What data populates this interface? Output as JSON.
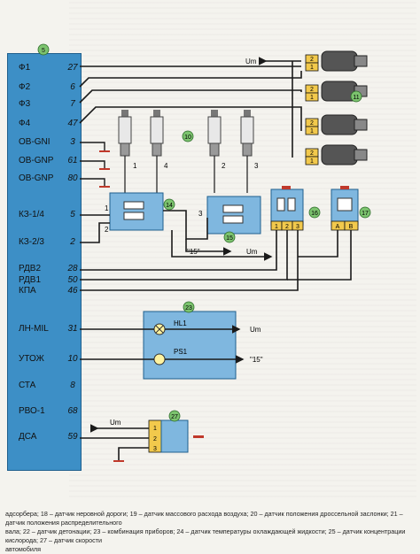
{
  "ecu": {
    "number": "5",
    "pins": [
      {
        "label": "Ф1",
        "num": "27"
      },
      {
        "label": "Ф2",
        "num": "6"
      },
      {
        "label": "Ф3",
        "num": "7"
      },
      {
        "label": "Ф4",
        "num": "47"
      },
      {
        "label": "OB-GNI",
        "num": "3"
      },
      {
        "label": "OB-GNP",
        "num": "61"
      },
      {
        "label": "OB-GNP",
        "num": "80"
      },
      {
        "label": "КЗ-1/4",
        "num": "5"
      },
      {
        "label": "КЗ-2/3",
        "num": "2"
      },
      {
        "label": "РДВ2",
        "num": "28"
      },
      {
        "label": "РДВ1",
        "num": "50"
      },
      {
        "label": "КПА",
        "num": "46"
      },
      {
        "label": "ЛН-MIL",
        "num": "31"
      },
      {
        "label": "УТОЖ",
        "num": "10"
      },
      {
        "label": "СТА",
        "num": "8"
      },
      {
        "label": "РВО-1",
        "num": "68"
      },
      {
        "label": "ДСА",
        "num": "59"
      }
    ]
  },
  "components": {
    "injectors_number": "11",
    "spark_plugs_number": "10",
    "coil_a_number": "14",
    "coil_b_number": "15",
    "throttle_sensor_number": "16",
    "speed_sensor_number": "17",
    "cluster_number": "23",
    "cluster_lamp_hl1": "HL1",
    "cluster_lamp_ps1": "PS1",
    "speed_sensor2_number": "27"
  },
  "labels": {
    "um": "Um",
    "fifteen": "\"15\"",
    "plug_1": "1",
    "plug_4": "4",
    "plug_2": "2",
    "plug_3": "3",
    "coil_pin_1": "1",
    "coil_pin_2": "2",
    "coil_pin_3": "3",
    "conn_1": "1",
    "conn_2": "2",
    "conn_3": "3",
    "conn_a": "A",
    "conn_b": "B"
  },
  "caption": {
    "line1": "адсорбера; 18 – датчик неровной дороги; 19 – датчик массового расхода воздуха; 20 – датчик положения дроссельной заслонки; 21 – датчик положения распределительного",
    "line2": "вала; 22 – датчик детонации; 23 – комбинация приборов; 24 – датчик температуры охлаждающей жидкости; 25 – датчик концентрации кислорода; 27 – датчик скорости",
    "line3": "автомобиля"
  },
  "colors": {
    "ecu_blue": "#3d8fc6",
    "connector_yellow": "#f2c94c",
    "component_blue": "#7fb7df",
    "badge_green": "#7cc36e",
    "wire": "#1a1a1a",
    "red_connector": "#c0392b"
  }
}
